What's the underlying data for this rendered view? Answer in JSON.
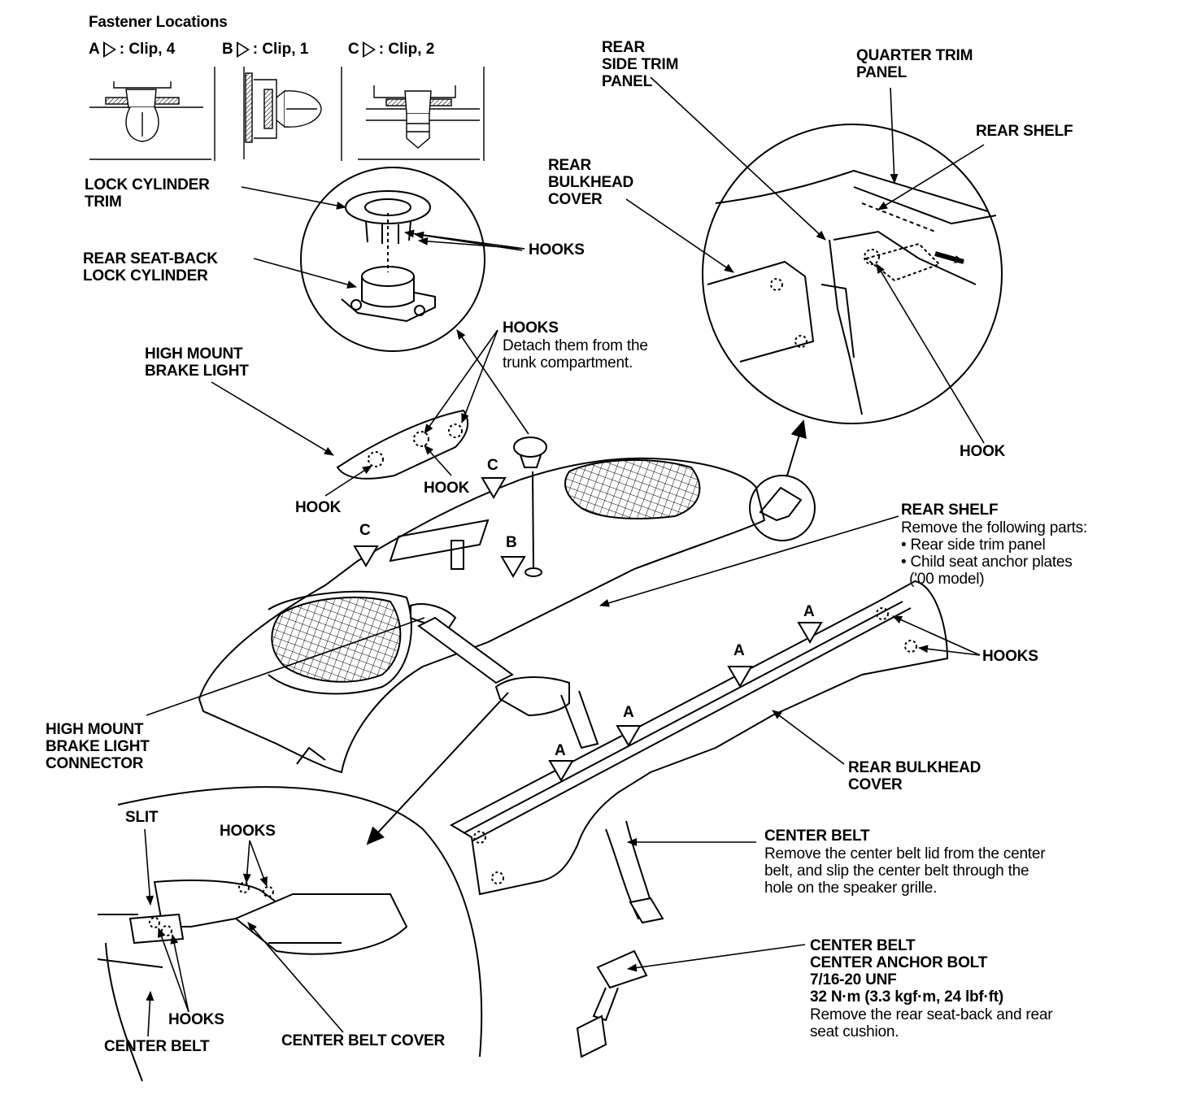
{
  "fastener_header": "Fastener Locations",
  "fasteners": [
    {
      "letter": "A",
      "desc": ": Clip, 4"
    },
    {
      "letter": "B",
      "desc": ": Clip, 1"
    },
    {
      "letter": "C",
      "desc": ": Clip, 2"
    }
  ],
  "labels": {
    "lock_cylinder_trim": [
      "LOCK CYLINDER",
      "TRIM"
    ],
    "rear_seatback_lock": [
      "REAR SEAT-BACK",
      "LOCK CYLINDER"
    ],
    "hooks_lock": "HOOKS",
    "hooks_trunk_title": "HOOKS",
    "hooks_trunk_note": [
      "Detach them from the",
      "trunk compartment."
    ],
    "high_mount_brake_light": [
      "HIGH MOUNT",
      "BRAKE LIGHT"
    ],
    "hook_left": "HOOK",
    "hook_mid": "HOOK",
    "c1": "C",
    "c2": "C",
    "b1": "B",
    "rear_side_trim_panel": [
      "REAR",
      "SIDE TRIM",
      "PANEL"
    ],
    "quarter_trim_panel": [
      "QUARTER TRIM",
      "PANEL"
    ],
    "rear_shelf_top": "REAR SHELF",
    "rear_bulkhead_cover_top": [
      "REAR",
      "BULKHEAD",
      "COVER"
    ],
    "hook_circle": "HOOK",
    "rear_shelf_title": "REAR SHELF",
    "rear_shelf_note": [
      "Remove the following parts:",
      "• Rear side trim panel",
      "• Child seat anchor plates",
      "  ('00 model)"
    ],
    "hooks_right": "HOOKS",
    "a1": "A",
    "a2": "A",
    "a3": "A",
    "a4": "A",
    "high_mount_connector": [
      "HIGH MOUNT",
      "BRAKE LIGHT",
      "CONNECTOR"
    ],
    "rear_bulkhead_cover": [
      "REAR BULKHEAD",
      "COVER"
    ],
    "slit": "SLIT",
    "hooks_bottom_top": "HOOKS",
    "hooks_bottom": "HOOKS",
    "center_belt_bottom": "CENTER BELT",
    "center_belt_cover": "CENTER BELT COVER",
    "center_belt_title": "CENTER BELT",
    "center_belt_note": [
      "Remove the center belt lid from the center",
      "belt, and slip the center belt through the",
      "hole on the speaker grille."
    ],
    "anchor_bolt_title": [
      "CENTER BELT",
      "CENTER ANCHOR BOLT",
      "7/16-20 UNF",
      "32 N·m (3.3 kgf·m, 24 lbf·ft)"
    ],
    "anchor_bolt_note": [
      "Remove the rear seat-back and rear",
      "seat cushion."
    ]
  }
}
